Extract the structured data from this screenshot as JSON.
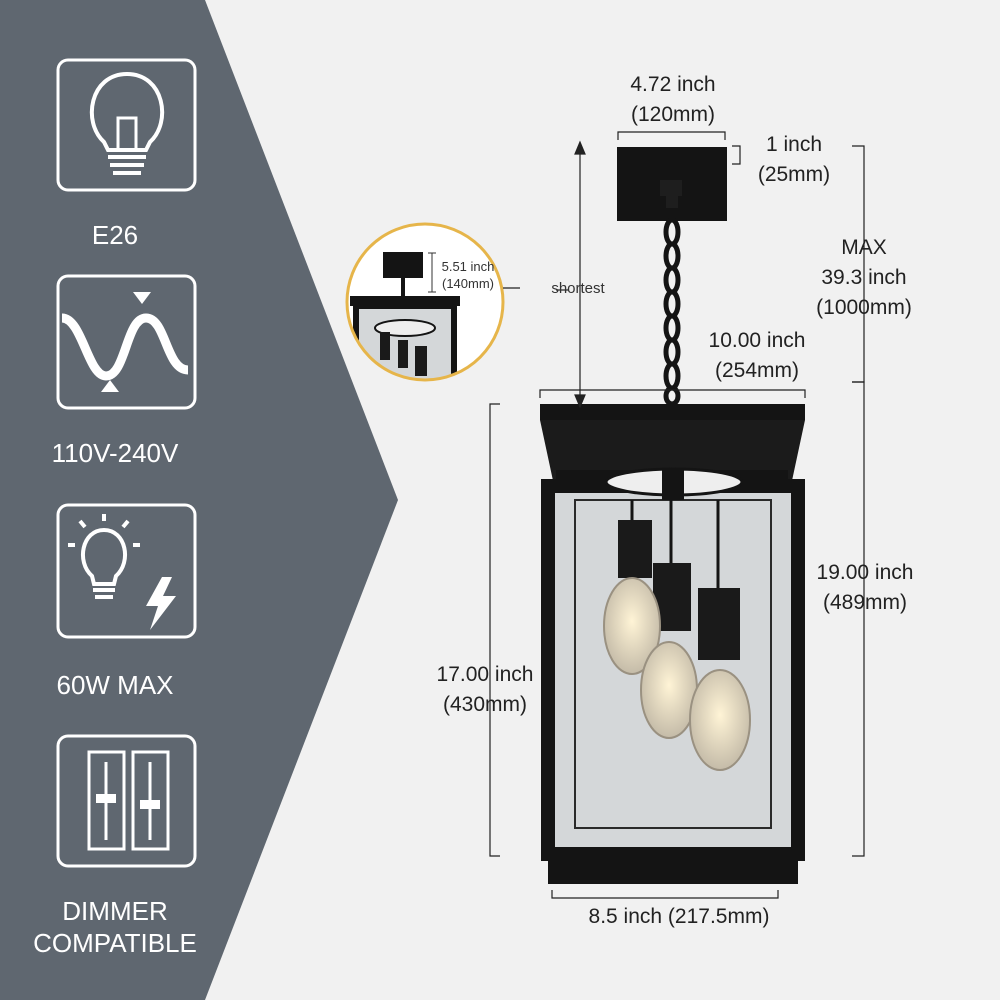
{
  "colors": {
    "panel": "#5f6770",
    "background": "#f1f1f1",
    "fixture": "#141414",
    "dimension_line": "#222222",
    "inset_ring": "#e6b54a"
  },
  "features": [
    {
      "icon": "light-bulb-icon",
      "label": "E26"
    },
    {
      "icon": "voltage-wave-icon",
      "label": "110V-240V"
    },
    {
      "icon": "wattage-bulb-icon",
      "label": "60W MAX"
    },
    {
      "icon": "dimmer-switch-icon",
      "label_line1": "DIMMER",
      "label_line2": "COMPATIBLE"
    }
  ],
  "dimensions": {
    "canopy_width": {
      "inch": "4.72 inch",
      "mm": "(120mm)"
    },
    "canopy_height": {
      "inch": "1 inch",
      "mm": "(25mm)"
    },
    "max_length": {
      "label": "MAX",
      "inch": "39.3 inch",
      "mm": "(1000mm)"
    },
    "shortest_label": "shortest",
    "top_width": {
      "inch": "10.00 inch",
      "mm": "(254mm)"
    },
    "body_height": {
      "inch": "19.00 inch",
      "mm": "(489mm)"
    },
    "glass_height": {
      "inch": "17.00 inch",
      "mm": "(430mm)"
    },
    "base_width": "8.5 inch (217.5mm)",
    "inset_shortest": {
      "inch": "5.51 inch",
      "mm": "(140mm)"
    }
  }
}
